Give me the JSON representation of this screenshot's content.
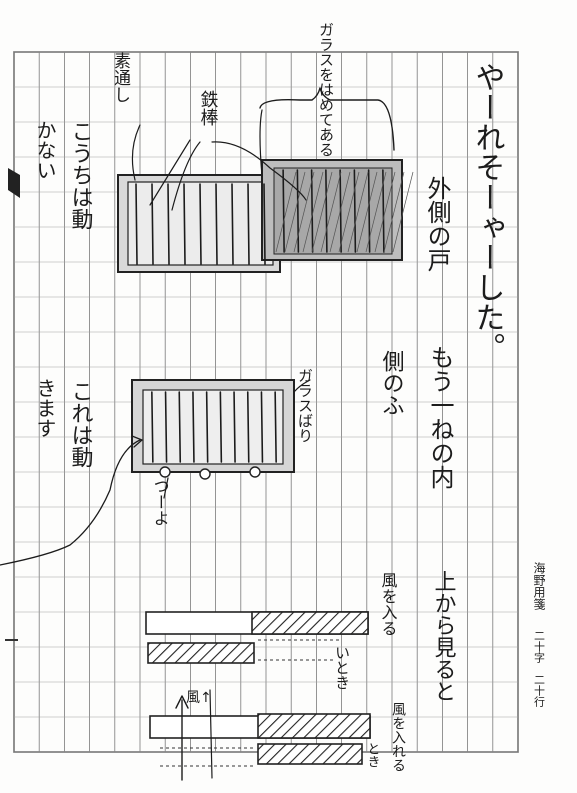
{
  "note": {
    "col1": "やーれそーゃーした。",
    "col2": "外側の戸",
    "col3": "もう一ねの内",
    "col4": "側のふ",
    "col5": "上から見ると",
    "col_left1": "かない",
    "col_left2": "こうちは動",
    "col_left3": "きます",
    "col_left4": "これは動"
  },
  "labels": {
    "glass_top": "ガラスをはめてある",
    "sliding": "素通し",
    "iron": "鉄棒",
    "glass_mid": "ガラスばり",
    "wheel": "つーよ",
    "wind_in_1": "風を入る",
    "toki": "いとき",
    "wind_in_2": "風を入れる",
    "toki2": "とき",
    "wind_arrow": "風↑"
  },
  "footer": {
    "brand": "海野用箋",
    "format": "二十字　二十行"
  }
}
